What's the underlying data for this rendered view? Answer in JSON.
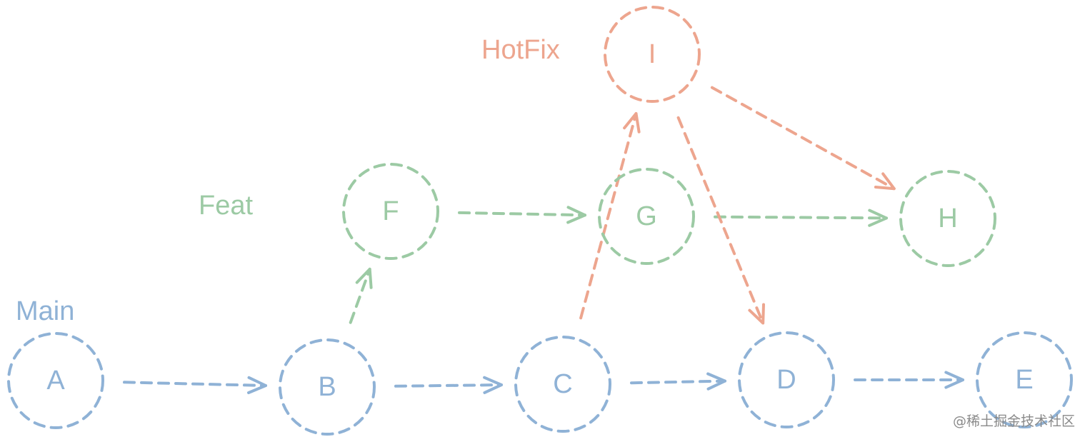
{
  "colors": {
    "main": "#8fb2d6",
    "feat": "#9ccaa4",
    "hotfix": "#eda58e",
    "watermark": "#8a8a8a"
  },
  "branches": {
    "main": "Main",
    "feat": "Feat",
    "hotfix": "HotFix"
  },
  "nodes": [
    {
      "id": "A",
      "label": "A",
      "branch": "main"
    },
    {
      "id": "B",
      "label": "B",
      "branch": "main"
    },
    {
      "id": "C",
      "label": "C",
      "branch": "main"
    },
    {
      "id": "D",
      "label": "D",
      "branch": "main"
    },
    {
      "id": "E",
      "label": "E",
      "branch": "main"
    },
    {
      "id": "F",
      "label": "F",
      "branch": "feat"
    },
    {
      "id": "G",
      "label": "G",
      "branch": "feat"
    },
    {
      "id": "H",
      "label": "H",
      "branch": "feat"
    },
    {
      "id": "I",
      "label": "I",
      "branch": "hotfix"
    }
  ],
  "edges": [
    {
      "from": "A",
      "to": "B",
      "branch": "main"
    },
    {
      "from": "B",
      "to": "C",
      "branch": "main"
    },
    {
      "from": "C",
      "to": "D",
      "branch": "main"
    },
    {
      "from": "D",
      "to": "E",
      "branch": "main"
    },
    {
      "from": "B",
      "to": "F",
      "branch": "feat"
    },
    {
      "from": "F",
      "to": "G",
      "branch": "feat"
    },
    {
      "from": "G",
      "to": "H",
      "branch": "feat"
    },
    {
      "from": "C",
      "to": "I",
      "branch": "hotfix"
    },
    {
      "from": "I",
      "to": "D",
      "branch": "hotfix"
    },
    {
      "from": "I",
      "to": "H",
      "branch": "hotfix"
    }
  ],
  "watermark": "@稀土掘金技术社区"
}
